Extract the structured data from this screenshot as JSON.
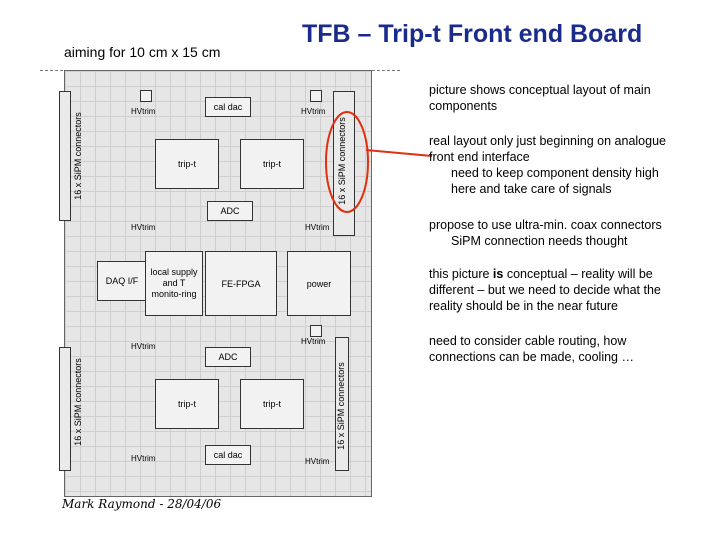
{
  "title": "TFB – Trip-t Front end Board",
  "aim": "aiming for 10 cm x 15 cm",
  "board": {
    "top": {
      "connector_left": "16 x SiPM connectors",
      "connector_right": "16 x SiPM connectors",
      "hvtrim_tl": "HVtrim",
      "hvtrim_tr": "HVtrim",
      "hvtrim_bl": "HVtrim",
      "hvtrim_br": "HVtrim",
      "cal_dac": "cal dac",
      "tript_left": "trip-t",
      "tript_right": "trip-t",
      "adc": "ADC"
    },
    "middle": {
      "daq": "DAQ I/F",
      "local_supply": "local supply and T monito-ring",
      "fe_fpga": "FE-FPGA",
      "power": "power"
    },
    "bottom": {
      "connector_left": "16 x SiPM connectors",
      "connector_right": "16 x SiPM connectors",
      "hvtrim_tl": "HVtrim",
      "hvtrim_tr": "HVtrim",
      "hvtrim_bl": "HVtrim",
      "hvtrim_br": "HVtrim",
      "adc": "ADC",
      "tript_left": "trip-t",
      "tript_right": "trip-t",
      "cal_dac": "cal dac"
    }
  },
  "signature": "Mark Raymond - 28/04/06",
  "notes": {
    "n1": "picture shows conceptual layout of main components",
    "n2_main": "real layout only just beginning on analogue front end interface",
    "n2_sub1": "need to keep component density high",
    "n2_sub2": "here and take care of signals",
    "n3_main": "propose to use ultra-min. coax connectors",
    "n3_sub": "SiPM connection needs thought",
    "n4_pre": "this picture ",
    "n4_bold": "is",
    "n4_post": " conceptual – reality will be different – but we need to decide what the reality should be in the near future",
    "n5": "need to consider cable routing, how connections can be made, cooling …"
  },
  "colors": {
    "title": "#1a2b8c",
    "highlight_ellipse": "#e03010",
    "board_fill": "#e6e6e6"
  }
}
